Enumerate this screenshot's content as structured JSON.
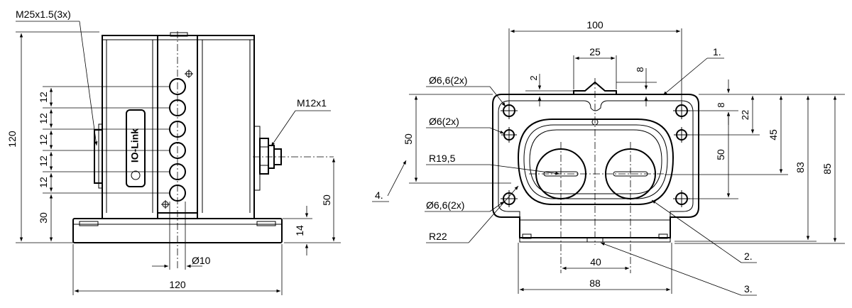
{
  "side_view": {
    "thread_label": "M25x1.5(3x)",
    "connector_label": "M12x1",
    "logo_text": "IO-Link",
    "dim_height_total": "120",
    "dim_pitch": "12",
    "dim_base_to_first": "30",
    "dim_connector_height": "50",
    "dim_base_thickness": "14",
    "dim_hole_diameter": "Ø10",
    "dim_width": "120"
  },
  "front_view": {
    "dim_width_top": "100",
    "dim_center_spacing_top": "25",
    "dim_small_2": "2",
    "dim_small_8_top": "8",
    "hole_label_top": "Ø6,6(2x)",
    "hole_label_mid": "Ø6(2x)",
    "hole_label_bottom": "Ø6,6(2x)",
    "radius_small": "R19,5",
    "radius_large": "R22",
    "dim_left_50": "50",
    "dim_right_8": "8",
    "dim_right_22": "22",
    "dim_right_45": "45",
    "dim_right_50": "50",
    "dim_right_83": "83",
    "dim_right_85": "85",
    "dim_bottom_40": "40",
    "dim_bottom_88": "88",
    "callout_1": "1.",
    "callout_2": "2.",
    "callout_3": "3.",
    "callout_4": "4."
  }
}
